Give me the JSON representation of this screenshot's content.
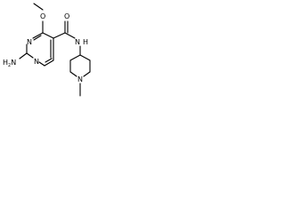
{
  "molecule": {
    "atoms": {
      "methoxy_o": "O",
      "methoxy_c": "CH3",
      "amine_n": "H2N",
      "ring_n1": "N",
      "ring_n3": "N",
      "carbonyl_o": "O",
      "amide_n": "N",
      "amide_h": "H",
      "piperidine_n": "N"
    },
    "colors": {
      "bond": "#000000",
      "text": "#000000",
      "background": "#ffffff"
    }
  }
}
